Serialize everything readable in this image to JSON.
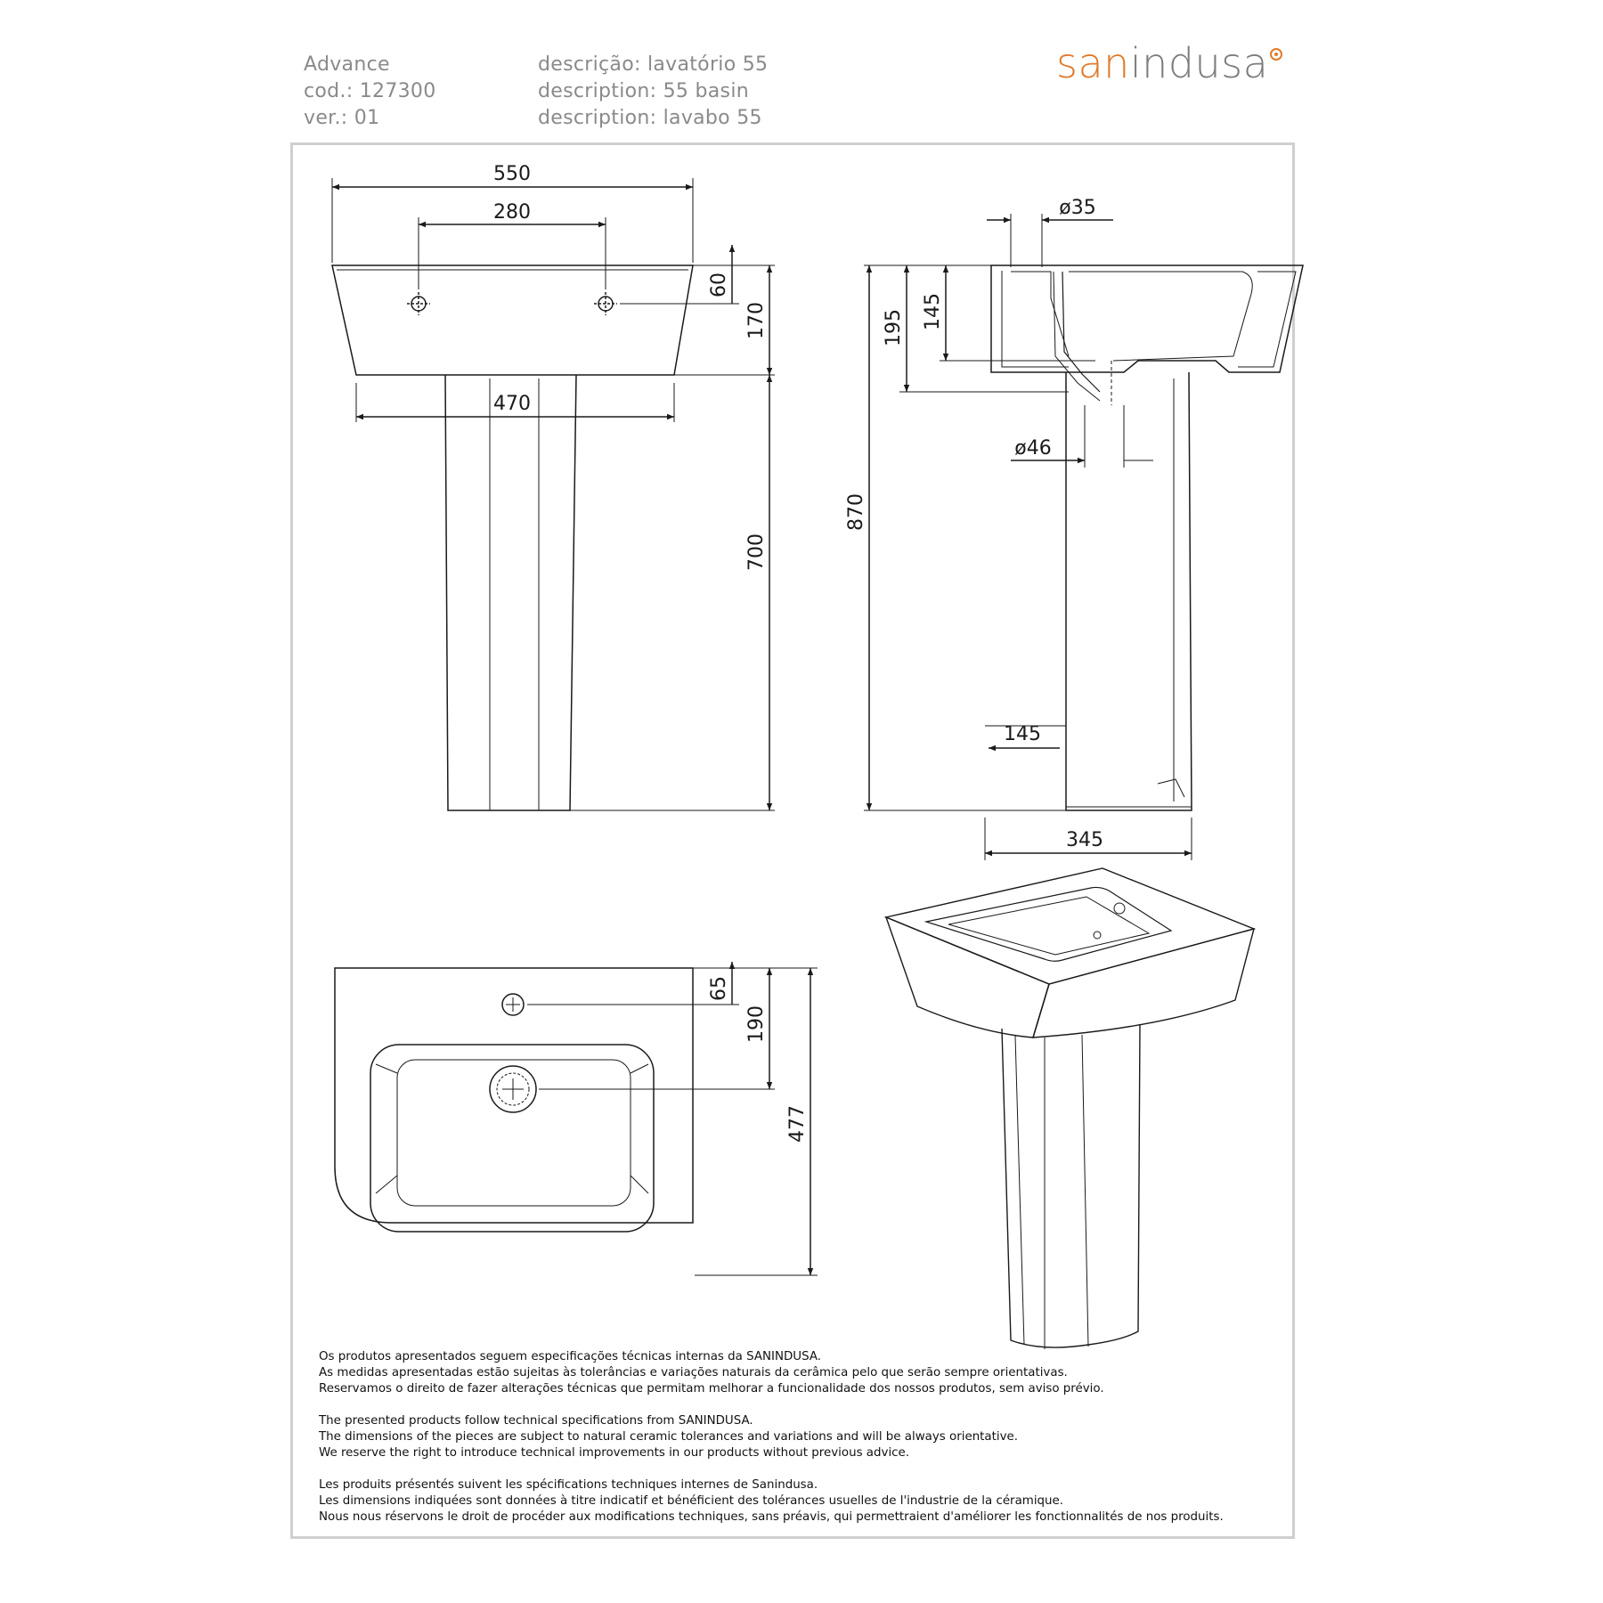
{
  "header": {
    "product_name": "Advance",
    "code": "cod.: 127300",
    "version": "ver.: 01",
    "desc_pt": "descrição: lavatório 55",
    "desc_en": "description: 55 basin",
    "desc_fr": "description: lavabo 55"
  },
  "brand": {
    "part1": "san",
    "part2": "indusa",
    "accent_color": "#e07a2a",
    "text_color": "#7d7d7d"
  },
  "front_view": {
    "width": "550",
    "tap_spacing": "280",
    "tap_height": "60",
    "bowl_height": "170",
    "base_width": "470",
    "pedestal_height": "700"
  },
  "side_view": {
    "tap_hole": "ø35",
    "overflow": "195",
    "inner": "145",
    "waste": "ø46",
    "total_height": "870",
    "wall_offset": "145",
    "depth": "345"
  },
  "top_view": {
    "tap_offset": "65",
    "waste_offset": "190",
    "depth": "477"
  },
  "notes": {
    "pt": [
      "Os produtos apresentados seguem especificações técnicas internas da SANINDUSA.",
      "As medidas apresentadas estão sujeitas às tolerâncias e variações naturais da cerâmica pelo que serão sempre orientativas.",
      "Reservamos o direito de fazer alterações técnicas que permitam melhorar a funcionalidade dos nossos produtos, sem aviso prévio."
    ],
    "en": [
      "The presented products follow technical specifications from SANINDUSA.",
      "The dimensions of the pieces are subject to natural ceramic tolerances and variations and will be always orientative.",
      "We reserve the right to introduce technical improvements in our products without previous advice."
    ],
    "fr": [
      "Les produits présentés suivent les spécifications techniques internes de Sanindusa.",
      "Les dimensions indiquées sont données à titre indicatif et bénéficient des tolérances usuelles de l'industrie de la céramique.",
      "Nous nous réservons le droit de procéder aux modifications techniques, sans préavis, qui permettraient d'améliorer les fonctionnalités de nos produits."
    ]
  }
}
